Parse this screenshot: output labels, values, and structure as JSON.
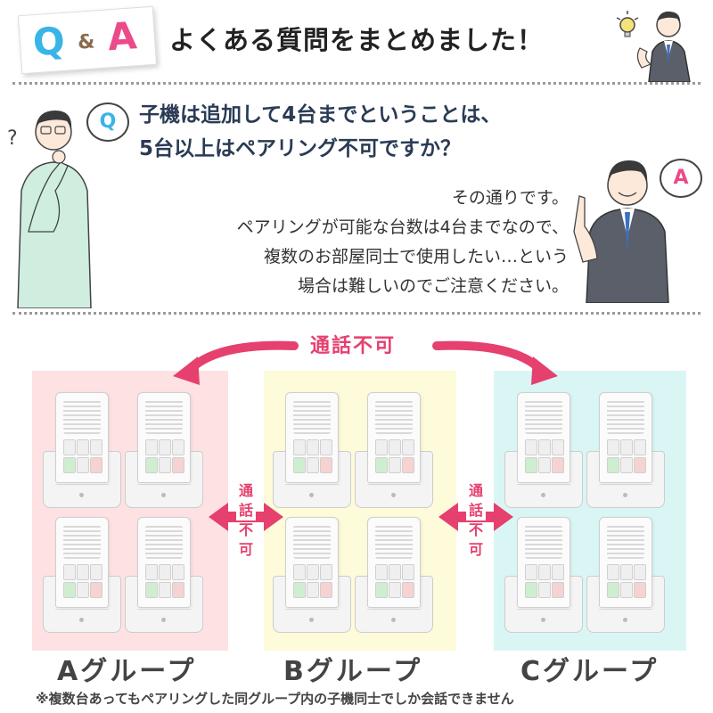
{
  "header": {
    "q_letter": "Q",
    "ampersand": "&",
    "a_letter": "A",
    "title": "よくある質問をまとめました！"
  },
  "question": {
    "bubble": "Q",
    "line1": "子機は追加して4台までということは、",
    "line2": "5台以上はペアリング不可ですか？"
  },
  "answer": {
    "bubble": "A",
    "lines": [
      "その通りです。",
      "ペアリングが可能な台数は4台までなので、",
      "複数のお部屋同士で使用したい…という",
      "場合は難しいのでご注意ください。"
    ]
  },
  "diagram": {
    "top_label": "通話不可",
    "side_label_chars": [
      "通",
      "話",
      "不",
      "可"
    ],
    "groups": [
      {
        "label": "Aグループ",
        "color": "#fde1e3"
      },
      {
        "label": "Bグループ",
        "color": "#fdfbd9"
      },
      {
        "label": "Cグループ",
        "color": "#d9f6f4"
      }
    ],
    "arrow_color": "#e5406e"
  },
  "footnote": "※複数台あってもペアリングした同グループ内の子機同士でしか会話できません"
}
